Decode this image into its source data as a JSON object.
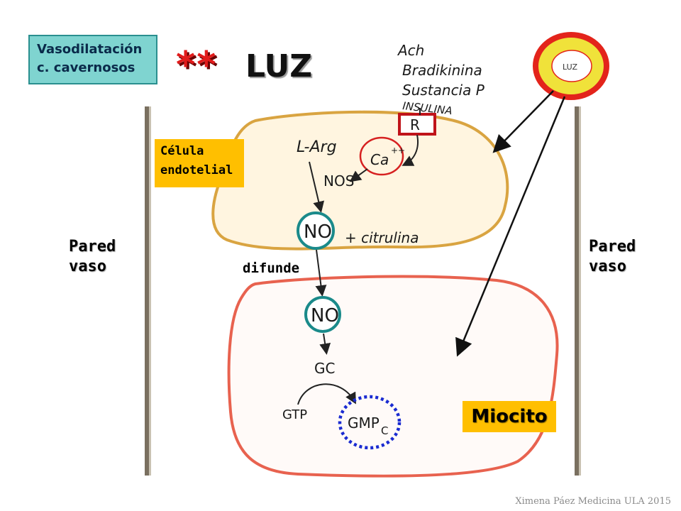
{
  "title_box": {
    "line1": "Vasodilatación",
    "line2": "c. cavernosos"
  },
  "stars": "**",
  "luz_title": "LUZ",
  "luz_circle_label": "LUZ",
  "agonists": [
    "Ach",
    "Bradikinina",
    "Sustancia P",
    "INSULINA"
  ],
  "receptor": "R",
  "calcium": "Ca",
  "calcium_sup": "++",
  "l_arg": "L-Arg",
  "nos": "NOS",
  "no_label": "NO",
  "citrulina": "+ citrulina",
  "celula": {
    "line1": "Célula",
    "line2": "endotelial"
  },
  "pared_left": {
    "line1": "Pared",
    "line2": "vaso"
  },
  "pared_right": {
    "line1": "Pared",
    "line2": "vaso"
  },
  "difunde": "difunde",
  "gc": "GC",
  "gtp": "GTP",
  "gmpc": "GMP",
  "gmpc_sub": "C",
  "miocito": "Miocito",
  "credit": "Ximena Páez Medicina ULA 2015",
  "colors": {
    "title_box": "#7fd4d0",
    "orange_label": "#ffbf00",
    "endothelial_fill": "#fff5e0",
    "endothelial_stroke": "#d9a441",
    "miocito_stroke": "#e8624f",
    "no_circle": "#1a8a8a",
    "gmpc_circle": "#1a2bd1",
    "ca_circle": "#d62020",
    "stars": "#e21b1b"
  }
}
